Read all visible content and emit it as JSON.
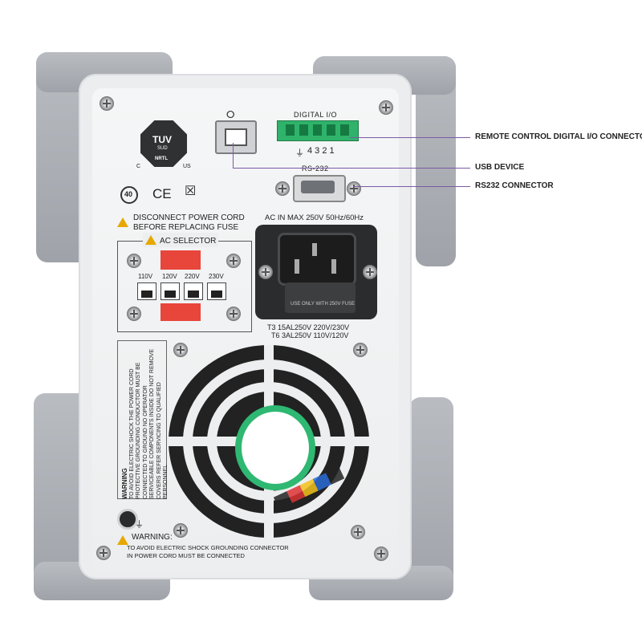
{
  "callouts": {
    "digital_io": "REMOTE CONTROL DIGITAL I/O CONNECTOR",
    "usb": "USB DEVICE",
    "rs232": "RS232 CONNECTOR"
  },
  "panel": {
    "digital_io_label": "DIGITAL I/O",
    "digital_io_pins": "4  3  2  1",
    "rs232_label": "RS-232",
    "ac_in_label": "AC IN MAX 250V  50Hz/60Hz",
    "fuse_cap_label": "USE ONLY WITH 250V FUSE",
    "fuse_line1": "T3  15AL250V  220V/230V",
    "fuse_line2": "T6  3AL250V  110V/120V",
    "disconnect_warning_1": "DISCONNECT POWER CORD",
    "disconnect_warning_2": "BEFORE REPLACING FUSE",
    "ac_selector_title": "AC SELECTOR",
    "voltages": [
      "110V",
      "120V",
      "220V",
      "230V"
    ],
    "seal_text": "TUV",
    "seal_sub": "SUD",
    "seal_bottom": "NRTL",
    "seal_left": "C",
    "seal_right": "US",
    "ce_mark": "CE",
    "age_mark": "40",
    "side_warning_title": "WARNING",
    "side_warning_text": "TO AVOID ELECTRIC SHOCK THE POWER CORD PROTECTIVE GROUNDING CONDUCTOR MUST BE CONNECTED TO GROUND NO OPERATOR SERVICEABLE COMPONENTS INSIDE DO NOT REMOVE COVERS REFER SERVICING TO QUALIFIED PERSONNEL",
    "bottom_warning_title": "WARNING:",
    "bottom_warning_1": "TO AVOID ELECTRIC SHOCK GROUNDING CONNECTOR",
    "bottom_warning_2": "IN POWER CORD MUST BE CONNECTED"
  }
}
